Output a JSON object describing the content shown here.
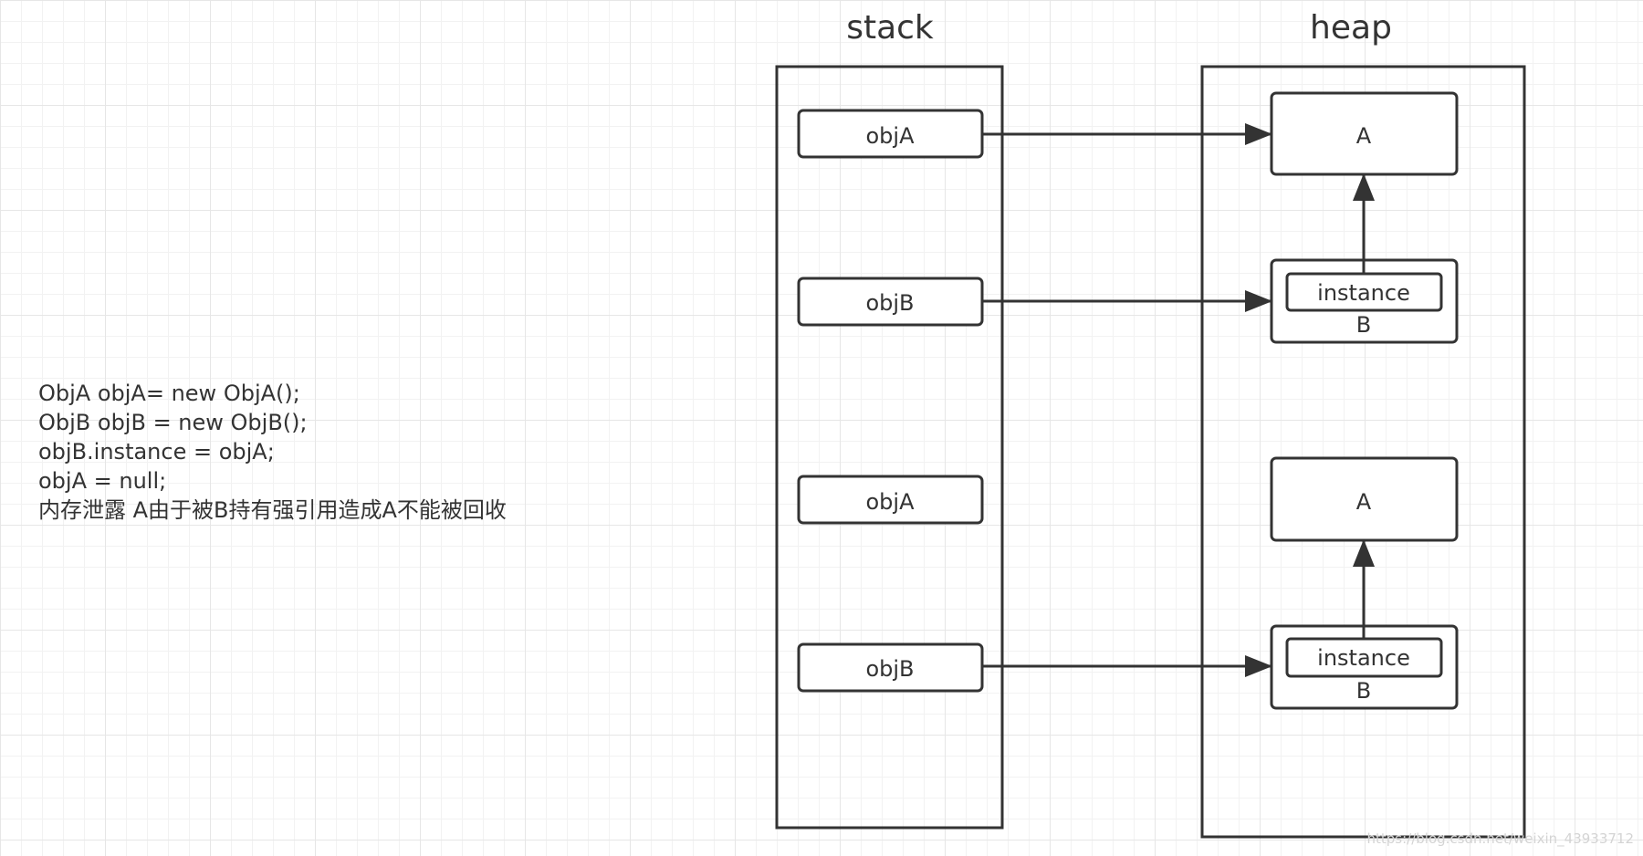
{
  "headings": {
    "stack": "stack",
    "heap": "heap"
  },
  "stack_items": [
    "objA",
    "objB",
    "objA",
    "objB"
  ],
  "heap": {
    "object_a_label": "A",
    "object_b_label": "B",
    "field_label": "instance"
  },
  "code_lines": [
    "ObjA objA= new ObjA();",
    "ObjB objB = new ObjB();",
    "objB.instance = objA;",
    "objA = null;",
    "内存泄露 A由于被B持有强引用造成A不能被回收"
  ],
  "watermark": "https://blog.csdn.net/weixin_43933712",
  "colors": {
    "stroke": "#333333",
    "text": "#333333",
    "watermark": "#d4d4d4"
  }
}
